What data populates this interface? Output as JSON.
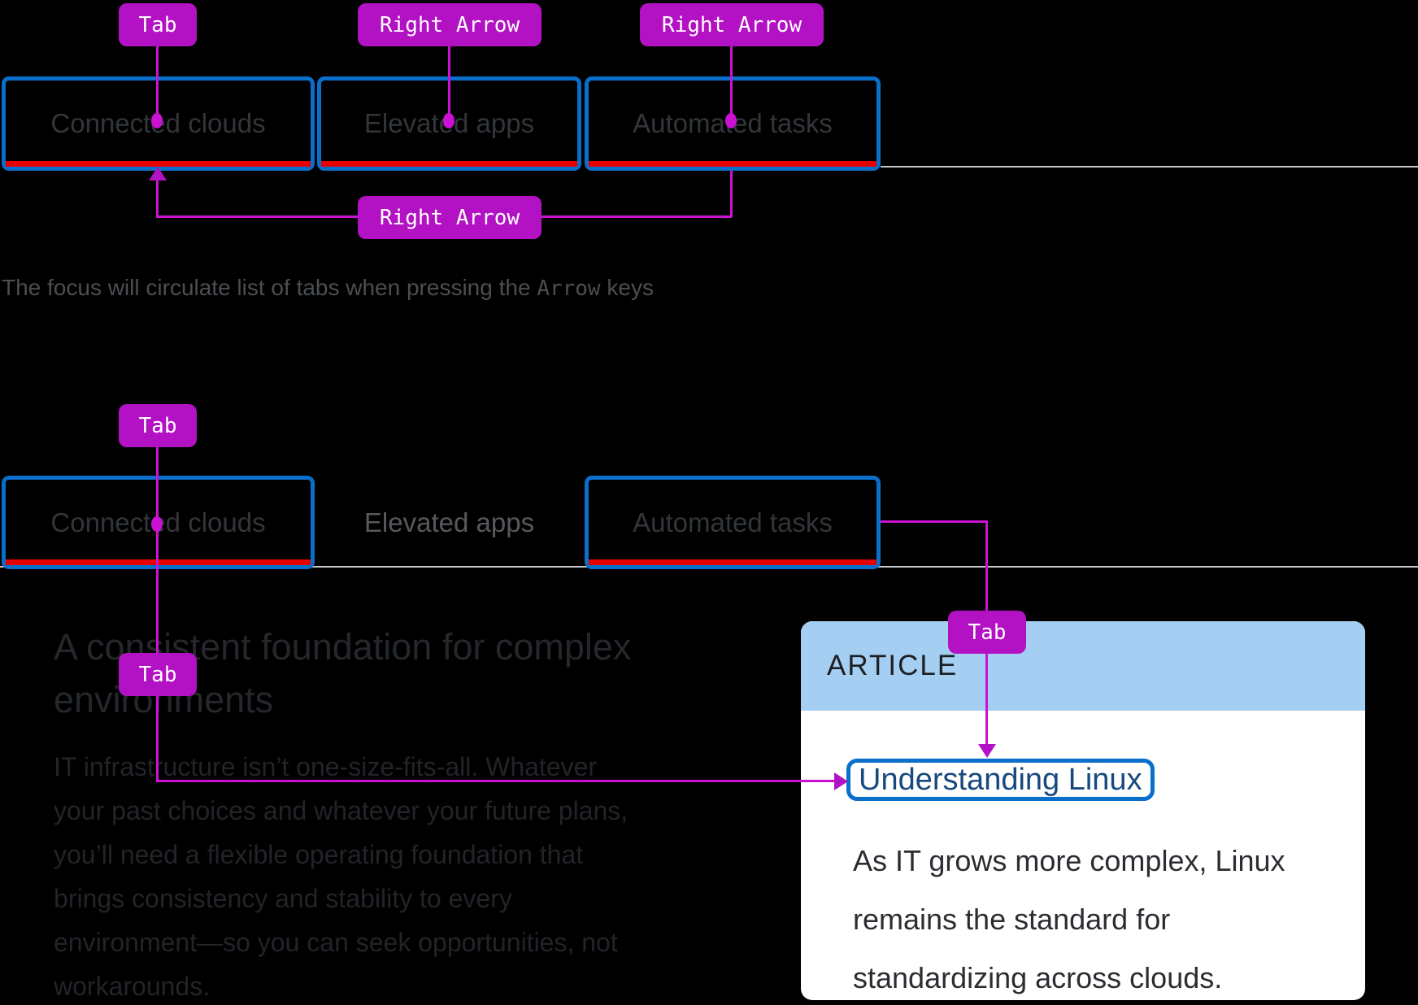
{
  "colors": {
    "background": "#000000",
    "tab_border_blue": "#0a6ecb",
    "tab_underline_red": "#e60000",
    "annotation_magenta": "#b312c4",
    "connector_magenta": "#cb12d3",
    "divider_gray": "#c9c9c9",
    "card_header_blue": "#a5cff2",
    "card_background": "#ffffff",
    "link_blue": "#17497f",
    "dim_text_gray": "#32363a"
  },
  "section1": {
    "key_labels": [
      "Tab",
      "Right Arrow",
      "Right Arrow"
    ],
    "circulate_label": "Right Arrow",
    "tabs": [
      "Connected clouds",
      "Elevated apps",
      "Automated tasks"
    ],
    "caption": {
      "prefix": "The focus will circulate list of tabs when pressing the ",
      "key": "Arrow",
      "suffix": " keys"
    }
  },
  "section2": {
    "key_label": "Tab",
    "tabs": [
      "Connected clouds",
      "Elevated apps",
      "Automated tasks"
    ],
    "heading_lines": [
      "A consistent foundation for complex",
      "environments"
    ],
    "paragraph_lines": [
      "IT infrastructure isn’t one-size-fits-all. Whatever",
      "your past choices and whatever your future plans,",
      "you’ll need a flexible operating foundation that",
      "brings consistency and stability to every",
      "environment—so you can seek opportunities, not",
      "workarounds."
    ],
    "card": {
      "eyebrow": "ARTICLE",
      "link": "Understanding Linux",
      "body_lines": [
        "As IT grows more complex, Linux",
        "remains the standard for",
        "standardizing across clouds."
      ]
    }
  }
}
